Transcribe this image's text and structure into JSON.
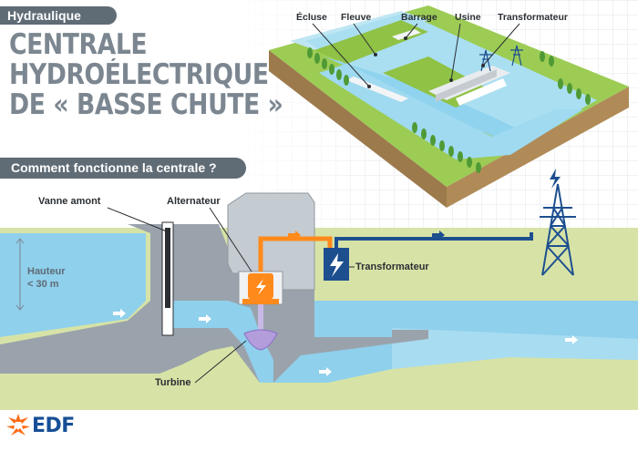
{
  "header": {
    "tag": "Hydraulique",
    "title_lines": [
      "CENTRALE",
      "HYDROÉLECTRIQUE",
      "DE « BASSE CHUTE »"
    ]
  },
  "section": {
    "title": "Comment fonctionne la centrale ?"
  },
  "top_labels": {
    "ecluse": "Écluse",
    "fleuve": "Fleuve",
    "barrage": "Barrage",
    "usine": "Usine",
    "transformateur": "Transformateur"
  },
  "diagram_labels": {
    "vanne": "Vanne amont",
    "alternateur": "Alternateur",
    "hauteur_line1": "Hauteur",
    "hauteur_line2": "< 30 m",
    "transformateur": "Transformateur",
    "turbine": "Turbine"
  },
  "logo": {
    "text": "EDF"
  },
  "colors": {
    "water": "#8fd0ec",
    "water_light": "#bfe6f5",
    "ground": "#d6e3a6",
    "concrete": "#9aa3ab",
    "grass": "#8cc63f",
    "electric": "#1d4f8f",
    "orange": "#ff8a1c",
    "brand": "#174f96",
    "gray_title": "#7b8690"
  }
}
